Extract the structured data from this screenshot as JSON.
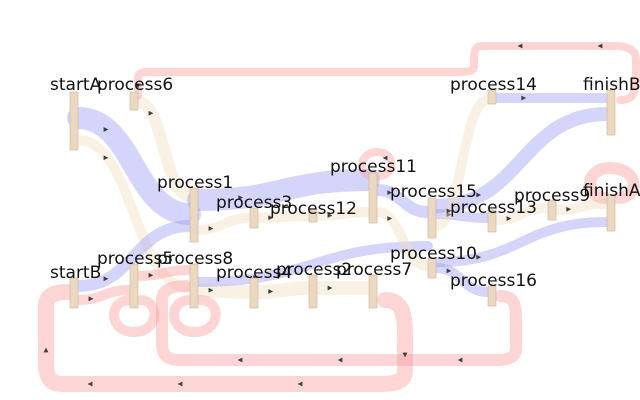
{
  "diagram": {
    "type": "sankey",
    "colors": {
      "node": "#ead8c0",
      "flow_blue": "#9a9cf6",
      "flow_red": "#fb9b9b",
      "flow_cream": "#f3dcbf",
      "label": "#111111",
      "arrow": "#3f3f3f"
    },
    "nodes": [
      {
        "id": "startA",
        "label": "startA"
      },
      {
        "id": "process6",
        "label": "process6"
      },
      {
        "id": "startB",
        "label": "startB"
      },
      {
        "id": "process5",
        "label": "process5"
      },
      {
        "id": "process1",
        "label": "process1"
      },
      {
        "id": "process8",
        "label": "process8"
      },
      {
        "id": "process3",
        "label": "process3"
      },
      {
        "id": "process4",
        "label": "process4"
      },
      {
        "id": "process12",
        "label": "process12"
      },
      {
        "id": "process2",
        "label": "process2"
      },
      {
        "id": "process11",
        "label": "process11"
      },
      {
        "id": "process7",
        "label": "process7"
      },
      {
        "id": "process15",
        "label": "process15"
      },
      {
        "id": "process10",
        "label": "process10"
      },
      {
        "id": "process14",
        "label": "process14"
      },
      {
        "id": "process13",
        "label": "process13"
      },
      {
        "id": "process16",
        "label": "process16"
      },
      {
        "id": "process9",
        "label": "process9"
      },
      {
        "id": "finishB",
        "label": "finishB"
      },
      {
        "id": "finishA",
        "label": "finishA"
      }
    ],
    "links": [
      {
        "source": "startA",
        "target": "process1",
        "color": "blue"
      },
      {
        "source": "startA",
        "target": "process8",
        "color": "cream"
      },
      {
        "source": "process6",
        "target": "process1",
        "color": "cream"
      },
      {
        "source": "startB",
        "target": "process1",
        "color": "blue"
      },
      {
        "source": "startB",
        "target": "process5",
        "color": "red"
      },
      {
        "source": "process5",
        "target": "process8",
        "color": "red"
      },
      {
        "source": "process1",
        "target": "process11",
        "color": "blue"
      },
      {
        "source": "process1",
        "target": "process3",
        "color": "cream"
      },
      {
        "source": "process8",
        "target": "process4",
        "color": "cream"
      },
      {
        "source": "process8",
        "target": "process10",
        "color": "blue"
      },
      {
        "source": "process3",
        "target": "process12",
        "color": "cream"
      },
      {
        "source": "process4",
        "target": "process2",
        "color": "cream"
      },
      {
        "source": "process2",
        "target": "process7",
        "color": "cream"
      },
      {
        "source": "process12",
        "target": "process11",
        "color": "cream"
      },
      {
        "source": "process11",
        "target": "process15",
        "color": "blue"
      },
      {
        "source": "process11",
        "target": "process10",
        "color": "cream"
      },
      {
        "source": "process15",
        "target": "process13",
        "color": "blue"
      },
      {
        "source": "process15",
        "target": "finishB",
        "color": "blue"
      },
      {
        "source": "process15",
        "target": "process14",
        "color": "cream"
      },
      {
        "source": "process10",
        "target": "process16",
        "color": "blue"
      },
      {
        "source": "process10",
        "target": "finishA",
        "color": "blue"
      },
      {
        "source": "process13",
        "target": "process9",
        "color": "cream"
      },
      {
        "source": "process9",
        "target": "finishA",
        "color": "cream"
      },
      {
        "source": "process14",
        "target": "finishB",
        "color": "blue"
      },
      {
        "source": "process7",
        "target": "startB",
        "color": "red"
      },
      {
        "source": "process16",
        "target": "process8",
        "color": "red"
      },
      {
        "source": "finishB",
        "target": "process6",
        "color": "red"
      },
      {
        "source": "process11",
        "target": "process11",
        "color": "red"
      },
      {
        "source": "finishA",
        "target": "finishA",
        "color": "red"
      },
      {
        "source": "process8",
        "target": "process8",
        "color": "red"
      },
      {
        "source": "process5",
        "target": "process5",
        "color": "red"
      }
    ]
  }
}
